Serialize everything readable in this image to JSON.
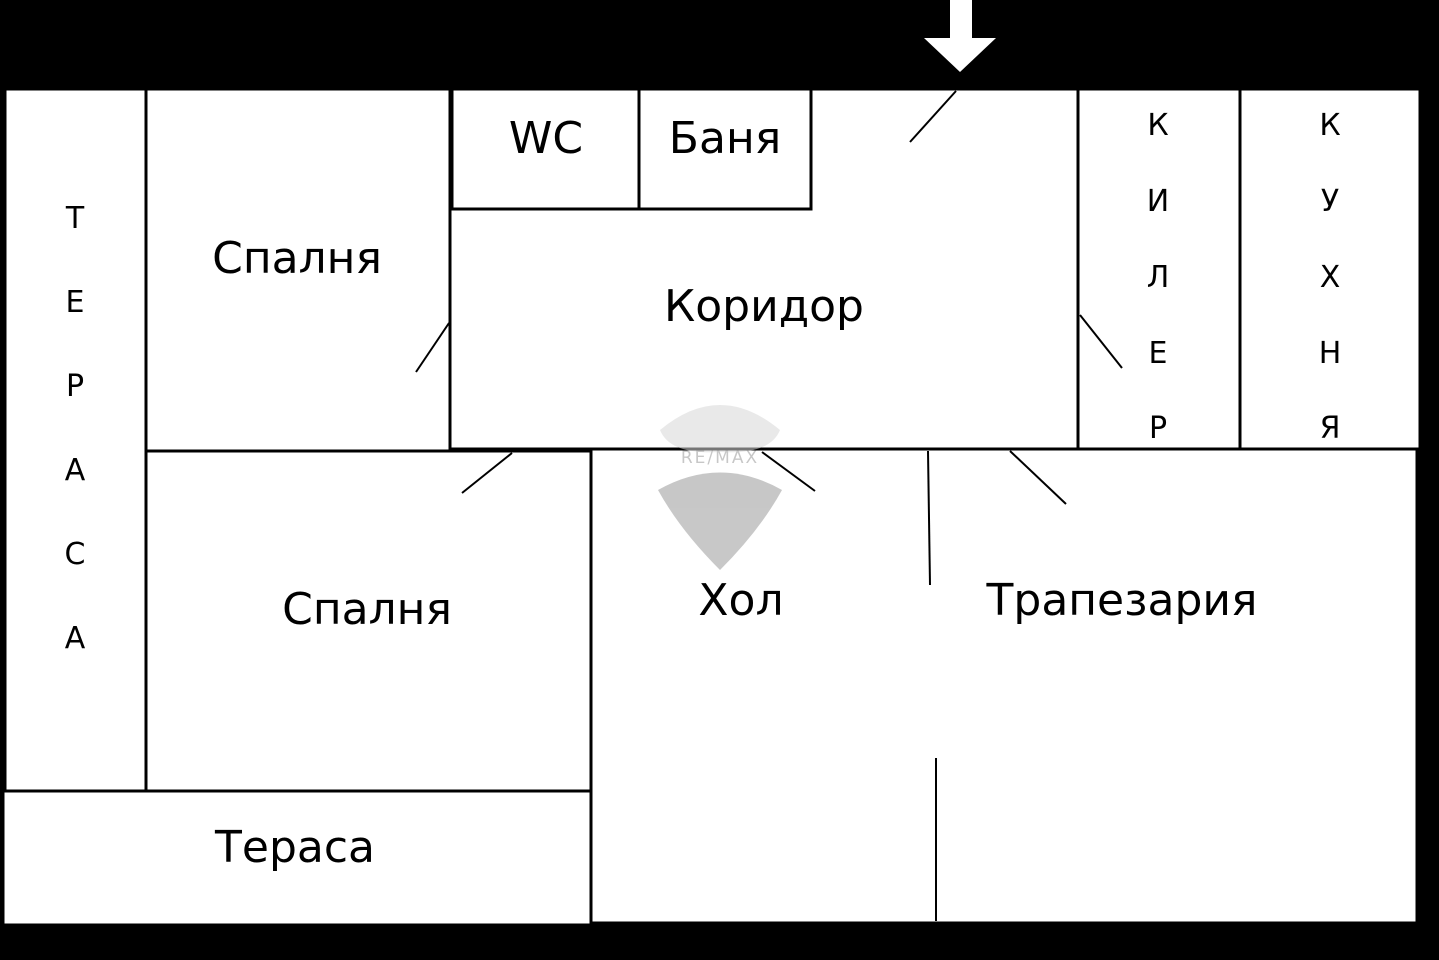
{
  "rooms": {
    "terrace_side": {
      "label": "ТЕРАСА",
      "letters": [
        "Т",
        "Е",
        "Р",
        "А",
        "С",
        "А"
      ]
    },
    "bedroom_top": {
      "label": "Спалня"
    },
    "wc": {
      "label": "WC"
    },
    "bathroom": {
      "label": "Баня"
    },
    "corridor": {
      "label": "Коридор"
    },
    "pantry": {
      "label": "КИЛЕР",
      "letters": [
        "К",
        "И",
        "Л",
        "Е",
        "Р"
      ]
    },
    "kitchen": {
      "label": "КУХНЯ",
      "letters": [
        "К",
        "У",
        "Х",
        "Н",
        "Я"
      ]
    },
    "bedroom_bottom": {
      "label": "Спалня"
    },
    "living_room": {
      "label": "Хол"
    },
    "dining_room": {
      "label": "Трапезария"
    },
    "terrace_bottom": {
      "label": "Тераса"
    }
  },
  "watermark": {
    "text": "RE/MAX",
    "color": "#9a9a9a"
  },
  "colors": {
    "background": "#000000",
    "floor": "#ffffff",
    "lines": "#000000"
  },
  "icons": {
    "entrance": "down-arrow-icon"
  }
}
